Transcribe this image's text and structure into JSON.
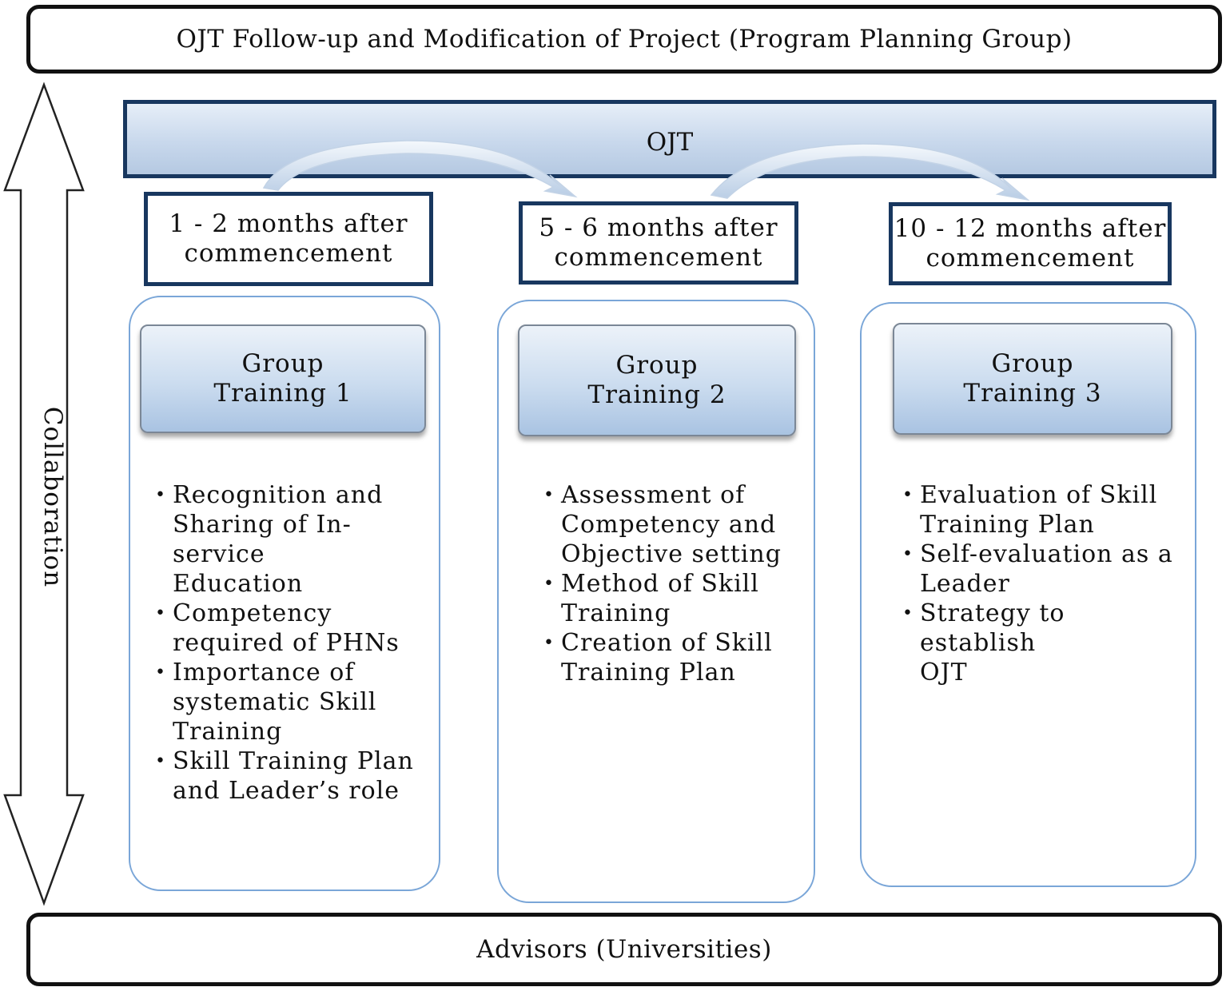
{
  "header": {
    "title": "OJT Follow-up and Modification of Project (Program Planning Group)"
  },
  "ojt_bar": {
    "label": "OJT"
  },
  "side": {
    "collaboration": "Collaboration"
  },
  "footer": {
    "label": "Advisors (Universities)"
  },
  "phases": [
    {
      "timing": [
        "1 - 2 months after",
        "commencement"
      ],
      "training": [
        "Group",
        "Training 1"
      ],
      "items": [
        [
          "Recognition and",
          "Sharing of In-service",
          "Education"
        ],
        [
          "Competency",
          "required of PHNs"
        ],
        [
          "Importance of",
          "systematic Skill",
          "Training"
        ],
        [
          "Skill Training Plan",
          "and Leader’s role"
        ]
      ]
    },
    {
      "timing": [
        "5 - 6 months after",
        "commencement"
      ],
      "training": [
        "Group",
        "Training 2"
      ],
      "items": [
        [
          "Assessment of",
          "Competency and",
          "Objective setting"
        ],
        [
          "Method of Skill",
          "Training"
        ],
        [
          "Creation of Skill",
          "Training Plan"
        ]
      ]
    },
    {
      "timing": [
        "10 - 12 months after",
        "commencement"
      ],
      "training": [
        "Group",
        "Training 3"
      ],
      "items": [
        [
          "Evaluation of Skill",
          "Training Plan"
        ],
        [
          "Self-evaluation as a",
          "Leader"
        ],
        [
          "Strategy to establish",
          "OJT"
        ]
      ]
    }
  ],
  "colors": {
    "frame_border": "#111111",
    "phase_border": "#18375f",
    "column_border": "#7aa6d8",
    "training_fill": "#cbdcef",
    "arrow_fill": "#cfdff0"
  }
}
